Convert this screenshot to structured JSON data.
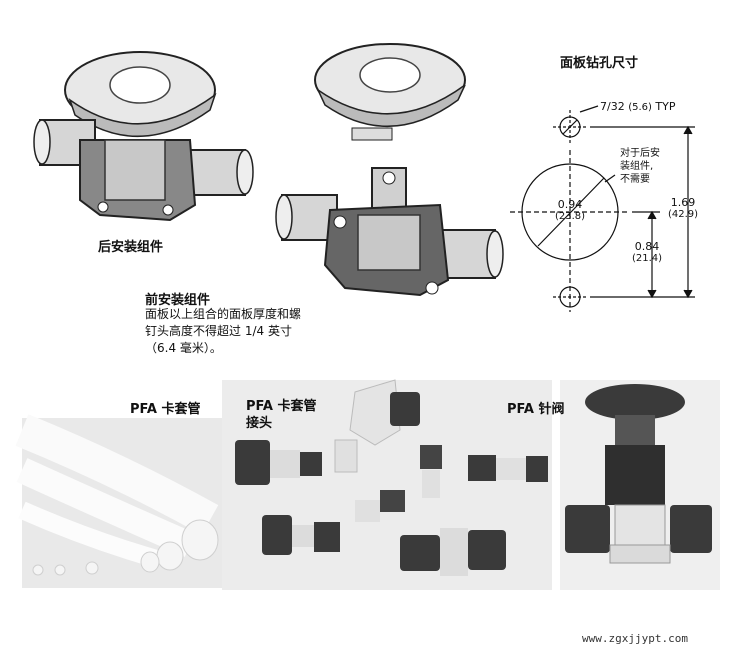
{
  "rear_mount": {
    "caption": "后安装组件"
  },
  "front_mount": {
    "caption": "前安装组件",
    "note_line1": "面板以上组合的面板厚度和螺",
    "note_line2": "钉头高度不得超过 1/4 英寸",
    "note_line3": "（6.4 毫米）。"
  },
  "panel_drill": {
    "title": "面板钻孔尺寸",
    "hole_size": "7/32",
    "hole_size_mm": "(5.6)",
    "hole_typ": "TYP",
    "rear_note_1": "对于后安",
    "rear_note_2": "装组件,",
    "rear_note_3": "不需要",
    "dia": "0.94",
    "dia_mm": "(23.8)",
    "height": "1.69",
    "height_mm": "(42.9)",
    "offset": "0.84",
    "offset_mm": "(21.4)"
  },
  "products": {
    "tubing": "PFA 卡套管",
    "fittings_1": "PFA 卡套管",
    "fittings_2": "接头",
    "valve": "PFA 针阀"
  },
  "watermark": "www.zgxjjypt.com"
}
